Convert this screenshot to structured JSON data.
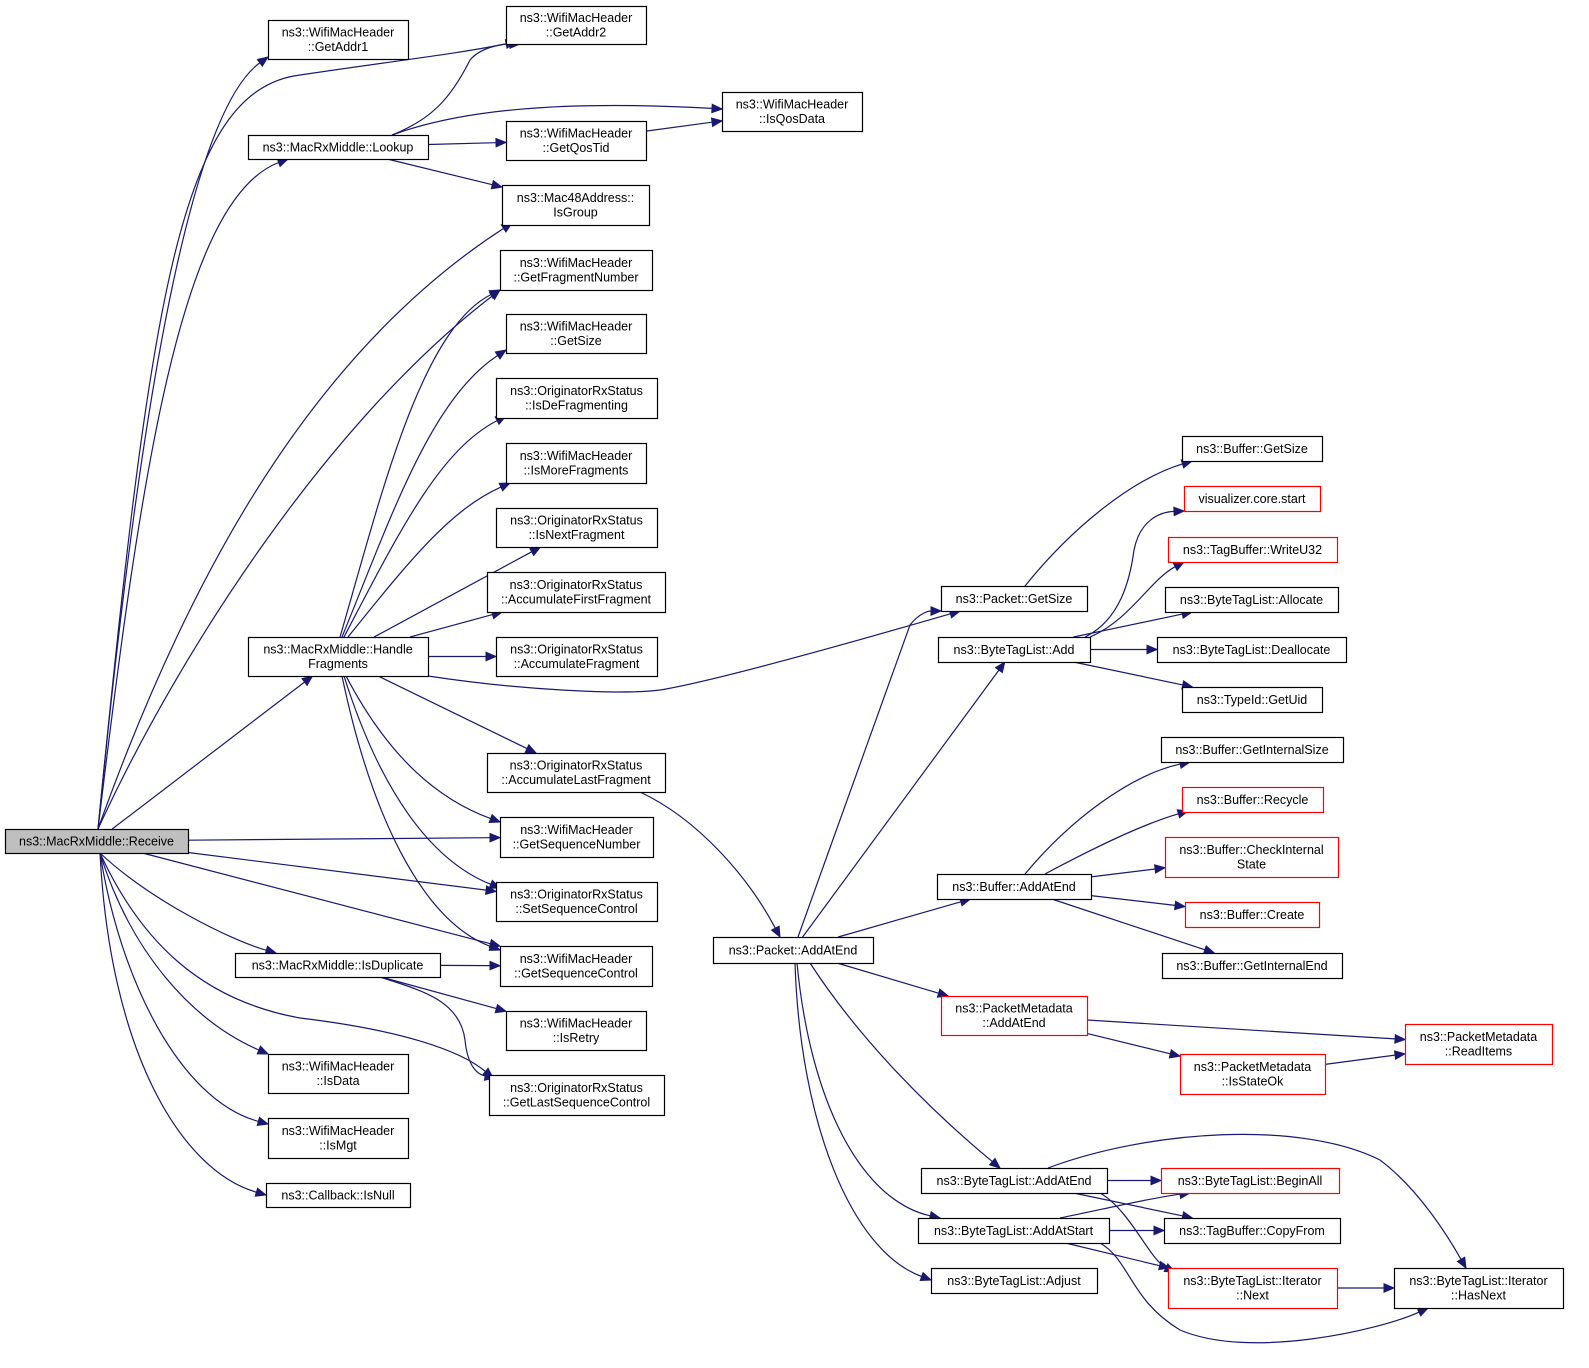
{
  "diagram": {
    "colors": {
      "edge": "#191970",
      "border": "#000000",
      "border_truncated": "#ff0000",
      "root_fill": "#bfbfbf",
      "fill": "#ffffff"
    },
    "nodes": [
      {
        "id": "receive",
        "lines": [
          "ns3::MacRxMiddle::Receive"
        ],
        "style": "root"
      },
      {
        "id": "getaddr1",
        "lines": [
          "ns3::WifiMacHeader",
          "::GetAddr1"
        ]
      },
      {
        "id": "getaddr2",
        "lines": [
          "ns3::WifiMacHeader",
          "::GetAddr2"
        ]
      },
      {
        "id": "lookup",
        "lines": [
          "ns3::MacRxMiddle::Lookup"
        ]
      },
      {
        "id": "isqosdata",
        "lines": [
          "ns3::WifiMacHeader",
          "::IsQosData"
        ]
      },
      {
        "id": "getqostid",
        "lines": [
          "ns3::WifiMacHeader",
          "::GetQosTid"
        ]
      },
      {
        "id": "isgroup",
        "lines": [
          "ns3::Mac48Address::",
          "IsGroup"
        ]
      },
      {
        "id": "getfragnum",
        "lines": [
          "ns3::WifiMacHeader",
          "::GetFragmentNumber"
        ]
      },
      {
        "id": "getsize_h",
        "lines": [
          "ns3::WifiMacHeader",
          "::GetSize"
        ]
      },
      {
        "id": "isdefrag",
        "lines": [
          "ns3::OriginatorRxStatus",
          "::IsDeFragmenting"
        ]
      },
      {
        "id": "ismorefrag",
        "lines": [
          "ns3::WifiMacHeader",
          "::IsMoreFragments"
        ]
      },
      {
        "id": "isnextfrag",
        "lines": [
          "ns3::OriginatorRxStatus",
          "::IsNextFragment"
        ]
      },
      {
        "id": "accfirst",
        "lines": [
          "ns3::OriginatorRxStatus",
          "::AccumulateFirstFragment"
        ]
      },
      {
        "id": "accfrag",
        "lines": [
          "ns3::OriginatorRxStatus",
          "::AccumulateFragment"
        ]
      },
      {
        "id": "handlefrag",
        "lines": [
          "ns3::MacRxMiddle::Handle",
          "Fragments"
        ]
      },
      {
        "id": "acclast",
        "lines": [
          "ns3::OriginatorRxStatus",
          "::AccumulateLastFragment"
        ]
      },
      {
        "id": "getseqnum",
        "lines": [
          "ns3::WifiMacHeader",
          "::GetSequenceNumber"
        ]
      },
      {
        "id": "setseqctrl",
        "lines": [
          "ns3::OriginatorRxStatus",
          "::SetSequenceControl"
        ]
      },
      {
        "id": "isduplicate",
        "lines": [
          "ns3::MacRxMiddle::IsDuplicate"
        ]
      },
      {
        "id": "getseqctrl",
        "lines": [
          "ns3::WifiMacHeader",
          "::GetSequenceControl"
        ]
      },
      {
        "id": "isretry",
        "lines": [
          "ns3::WifiMacHeader",
          "::IsRetry"
        ]
      },
      {
        "id": "getlastseq",
        "lines": [
          "ns3::OriginatorRxStatus",
          "::GetLastSequenceControl"
        ]
      },
      {
        "id": "isdata",
        "lines": [
          "ns3::WifiMacHeader",
          "::IsData"
        ]
      },
      {
        "id": "ismgt",
        "lines": [
          "ns3::WifiMacHeader",
          "::IsMgt"
        ]
      },
      {
        "id": "isnull",
        "lines": [
          "ns3::Callback::IsNull"
        ]
      },
      {
        "id": "buf_getsize",
        "lines": [
          "ns3::Buffer::GetSize"
        ]
      },
      {
        "id": "viz_start",
        "lines": [
          "visualizer.core.start"
        ],
        "style": "red"
      },
      {
        "id": "tb_writeu32",
        "lines": [
          "ns3::TagBuffer::WriteU32"
        ],
        "style": "red"
      },
      {
        "id": "pkt_getsize",
        "lines": [
          "ns3::Packet::GetSize"
        ]
      },
      {
        "id": "btl_allocate",
        "lines": [
          "ns3::ByteTagList::Allocate"
        ]
      },
      {
        "id": "btl_add",
        "lines": [
          "ns3::ByteTagList::Add"
        ]
      },
      {
        "id": "btl_dealloc",
        "lines": [
          "ns3::ByteTagList::Deallocate"
        ]
      },
      {
        "id": "typeid_getuid",
        "lines": [
          "ns3::TypeId::GetUid"
        ]
      },
      {
        "id": "buf_getintsize",
        "lines": [
          "ns3::Buffer::GetInternalSize"
        ]
      },
      {
        "id": "buf_recycle",
        "lines": [
          "ns3::Buffer::Recycle"
        ],
        "style": "red"
      },
      {
        "id": "buf_checkint",
        "lines": [
          "ns3::Buffer::CheckInternal",
          "State"
        ],
        "style": "red"
      },
      {
        "id": "buf_addatend",
        "lines": [
          "ns3::Buffer::AddAtEnd"
        ]
      },
      {
        "id": "buf_create",
        "lines": [
          "ns3::Buffer::Create"
        ],
        "style": "red"
      },
      {
        "id": "pkt_addatend",
        "lines": [
          "ns3::Packet::AddAtEnd"
        ]
      },
      {
        "id": "buf_getintend",
        "lines": [
          "ns3::Buffer::GetInternalEnd"
        ]
      },
      {
        "id": "pm_addatend",
        "lines": [
          "ns3::PacketMetadata",
          "::AddAtEnd"
        ],
        "style": "red"
      },
      {
        "id": "pm_readitems",
        "lines": [
          "ns3::PacketMetadata",
          "::ReadItems"
        ],
        "style": "red"
      },
      {
        "id": "pm_isstateok",
        "lines": [
          "ns3::PacketMetadata",
          "::IsStateOk"
        ],
        "style": "red"
      },
      {
        "id": "btl_addatend",
        "lines": [
          "ns3::ByteTagList::AddAtEnd"
        ]
      },
      {
        "id": "btl_beginall",
        "lines": [
          "ns3::ByteTagList::BeginAll"
        ],
        "style": "red"
      },
      {
        "id": "btl_addatstart",
        "lines": [
          "ns3::ByteTagList::AddAtStart"
        ]
      },
      {
        "id": "tb_copyfrom",
        "lines": [
          "ns3::TagBuffer::CopyFrom"
        ]
      },
      {
        "id": "btl_it_next",
        "lines": [
          "ns3::ByteTagList::Iterator",
          "::Next"
        ],
        "style": "red"
      },
      {
        "id": "btl_it_hasnext",
        "lines": [
          "ns3::ByteTagList::Iterator",
          "::HasNext"
        ]
      },
      {
        "id": "btl_adjust",
        "lines": [
          "ns3::ByteTagList::Adjust"
        ]
      }
    ],
    "edges": [
      [
        "receive",
        "getaddr1"
      ],
      [
        "receive",
        "getaddr2"
      ],
      [
        "receive",
        "lookup"
      ],
      [
        "receive",
        "isgroup"
      ],
      [
        "receive",
        "getfragnum"
      ],
      [
        "receive",
        "handlefrag"
      ],
      [
        "receive",
        "getseqnum"
      ],
      [
        "receive",
        "setseqctrl"
      ],
      [
        "receive",
        "getseqctrl"
      ],
      [
        "receive",
        "isduplicate"
      ],
      [
        "receive",
        "getlastseq"
      ],
      [
        "receive",
        "isdata"
      ],
      [
        "receive",
        "ismgt"
      ],
      [
        "receive",
        "isnull"
      ],
      [
        "lookup",
        "getaddr2"
      ],
      [
        "lookup",
        "isqosdata"
      ],
      [
        "lookup",
        "getqostid"
      ],
      [
        "lookup",
        "isgroup"
      ],
      [
        "getqostid",
        "isqosdata"
      ],
      [
        "handlefrag",
        "getfragnum"
      ],
      [
        "handlefrag",
        "getsize_h"
      ],
      [
        "handlefrag",
        "isdefrag"
      ],
      [
        "handlefrag",
        "ismorefrag"
      ],
      [
        "handlefrag",
        "isnextfrag"
      ],
      [
        "handlefrag",
        "accfirst"
      ],
      [
        "handlefrag",
        "accfrag"
      ],
      [
        "handlefrag",
        "acclast"
      ],
      [
        "handlefrag",
        "getseqnum"
      ],
      [
        "handlefrag",
        "setseqctrl"
      ],
      [
        "handlefrag",
        "getseqctrl"
      ],
      [
        "handlefrag",
        "pkt_getsize"
      ],
      [
        "isduplicate",
        "getseqctrl"
      ],
      [
        "isduplicate",
        "isretry"
      ],
      [
        "isduplicate",
        "getlastseq"
      ],
      [
        "acclast",
        "pkt_addatend"
      ],
      [
        "pkt_addatend",
        "pkt_getsize"
      ],
      [
        "pkt_addatend",
        "btl_add"
      ],
      [
        "pkt_addatend",
        "buf_addatend"
      ],
      [
        "pkt_addatend",
        "pm_addatend"
      ],
      [
        "pkt_addatend",
        "btl_addatend"
      ],
      [
        "pkt_addatend",
        "btl_addatstart"
      ],
      [
        "pkt_addatend",
        "btl_adjust"
      ],
      [
        "pkt_getsize",
        "buf_getsize"
      ],
      [
        "btl_add",
        "viz_start"
      ],
      [
        "btl_add",
        "tb_writeu32"
      ],
      [
        "btl_add",
        "btl_allocate"
      ],
      [
        "btl_add",
        "btl_dealloc"
      ],
      [
        "btl_add",
        "typeid_getuid"
      ],
      [
        "buf_addatend",
        "buf_getintsize"
      ],
      [
        "buf_addatend",
        "buf_recycle"
      ],
      [
        "buf_addatend",
        "buf_checkint"
      ],
      [
        "buf_addatend",
        "buf_create"
      ],
      [
        "buf_addatend",
        "buf_getintend"
      ],
      [
        "pm_addatend",
        "pm_readitems"
      ],
      [
        "pm_addatend",
        "pm_isstateok"
      ],
      [
        "pm_isstateok",
        "pm_readitems"
      ],
      [
        "btl_addatend",
        "btl_beginall"
      ],
      [
        "btl_addatend",
        "tb_copyfrom"
      ],
      [
        "btl_addatend",
        "btl_it_next"
      ],
      [
        "btl_addatend",
        "btl_it_hasnext"
      ],
      [
        "btl_addatstart",
        "btl_beginall"
      ],
      [
        "btl_addatstart",
        "tb_copyfrom"
      ],
      [
        "btl_addatstart",
        "btl_it_next"
      ],
      [
        "btl_addatstart",
        "btl_it_hasnext"
      ],
      [
        "btl_it_next",
        "btl_it_hasnext"
      ]
    ]
  }
}
